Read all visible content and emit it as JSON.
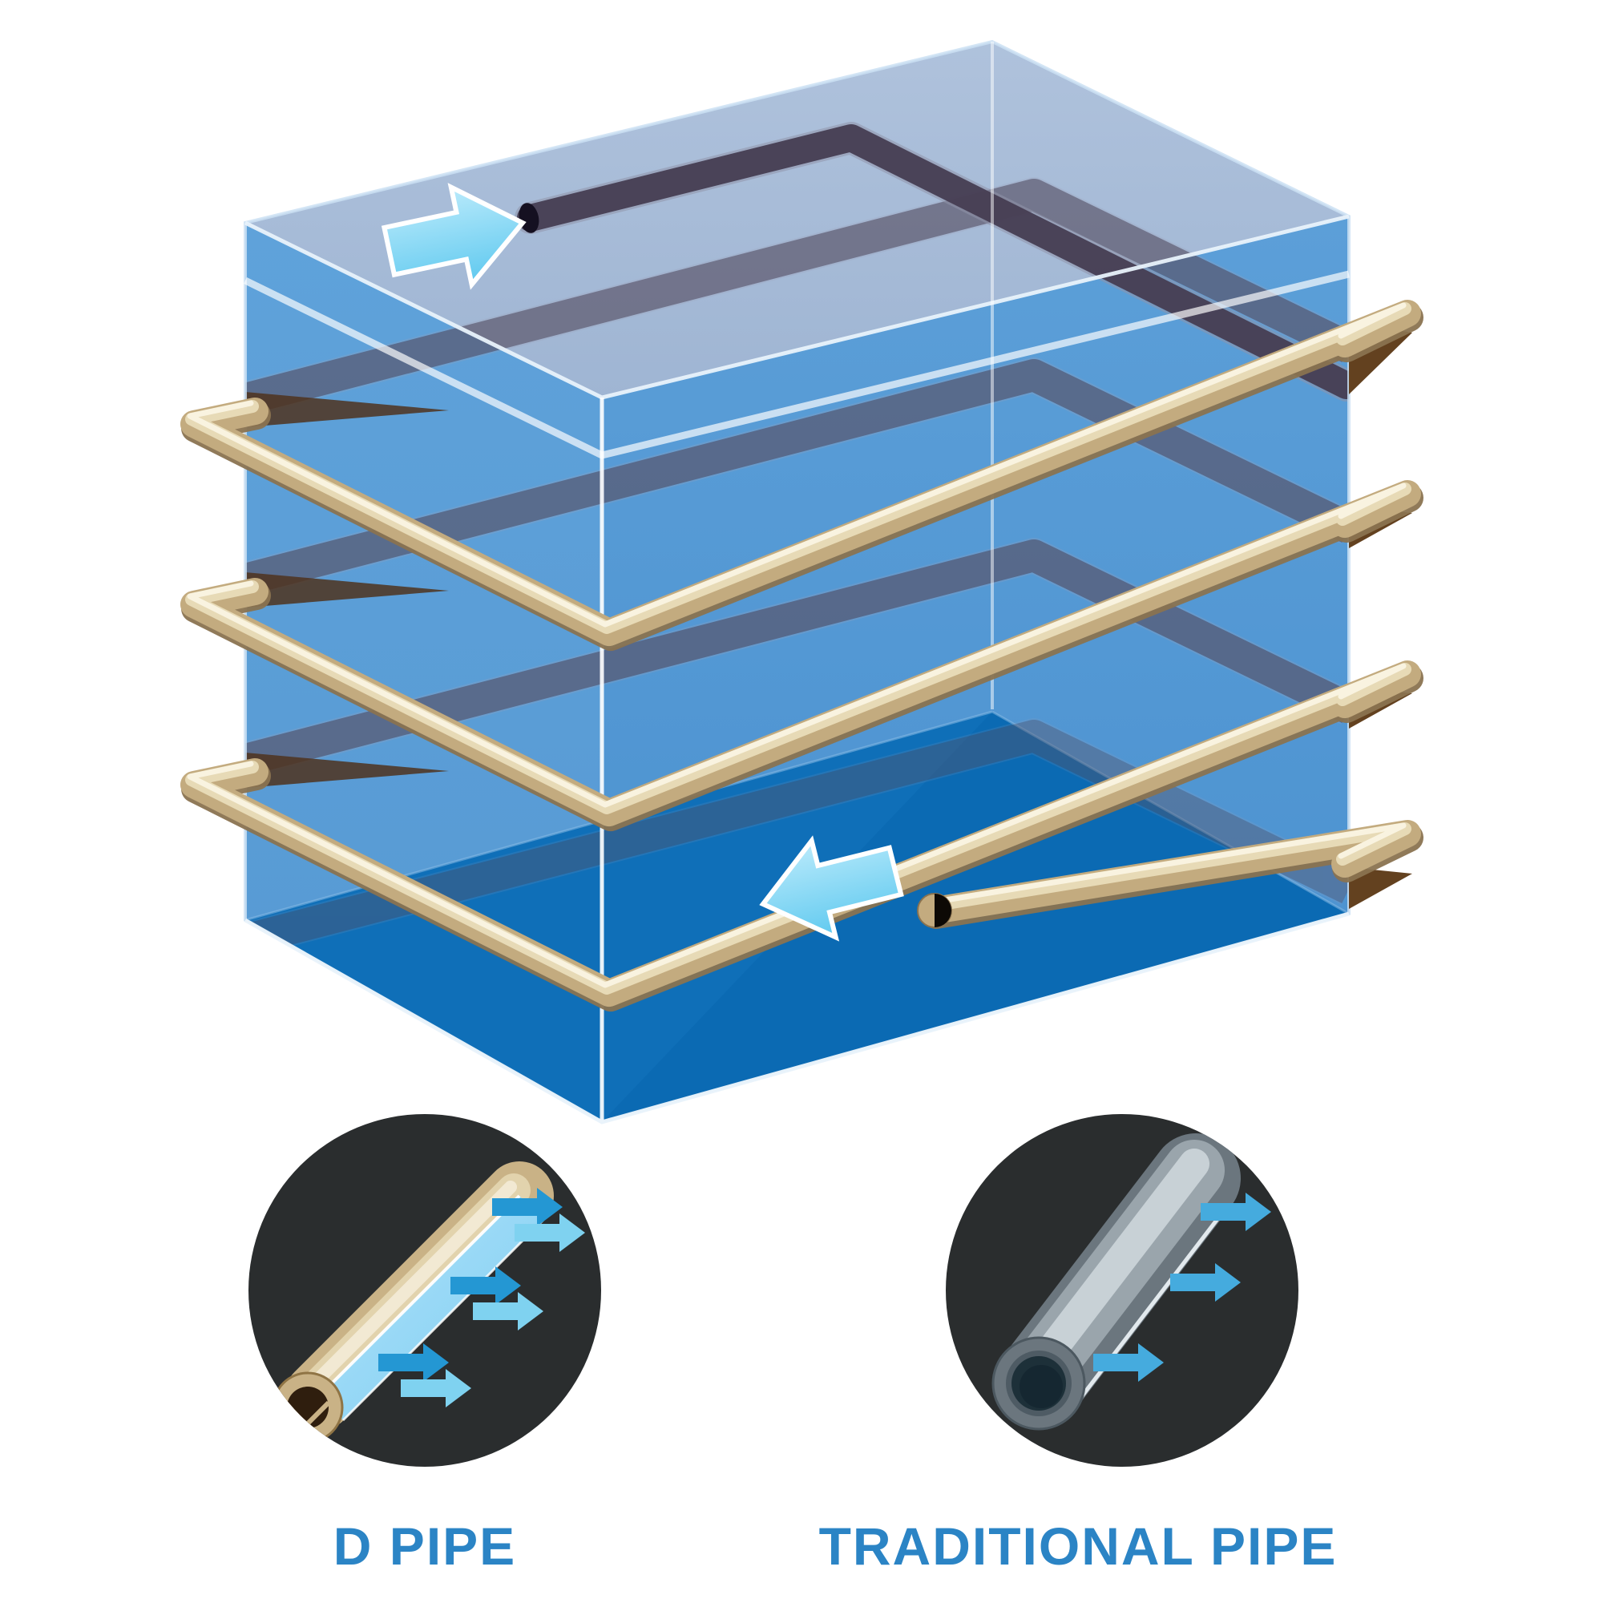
{
  "figure": {
    "title": "",
    "type": "pipe-heat-exchange-diagram",
    "block": {
      "description_colors": {
        "top_face": "#a6bad6",
        "left_face": "#5c9fd8",
        "right_face": "#4f96d3",
        "floor": "#0f6fb8",
        "edge_highlight": "#ffffff"
      }
    },
    "coil": {
      "loops_front": 3,
      "loops_back_bands": 4,
      "pipe_color_outside": "#c3ab7f",
      "pipe_color_inside": "#4a4156",
      "wall_opening_color": "#63411f"
    },
    "flow_arrows": {
      "inlet_icon": "arrow-right-icon",
      "outlet_icon": "arrow-left-icon",
      "fill_light": "#ade4fa",
      "fill_dark": "#5fc9ef",
      "outline": "#ffffff"
    }
  },
  "insets": [
    {
      "label": "D PIPE",
      "background": "#2a2d2e",
      "pipe_body_color": "#c9b286",
      "flat_face_color": "#8fd7f4",
      "heat_arrow_count": 6,
      "heat_arrow_dark": "#2497d3",
      "heat_arrow_light": "#7fd2f0"
    },
    {
      "label": "TRADITIONAL PIPE",
      "background": "#2a2d2e",
      "pipe_body_color": "#6b767e",
      "bore_color": "#1d3039",
      "heat_arrow_count": 3,
      "heat_arrow_color": "#45abde"
    }
  ],
  "label_color": "#2b84c5"
}
